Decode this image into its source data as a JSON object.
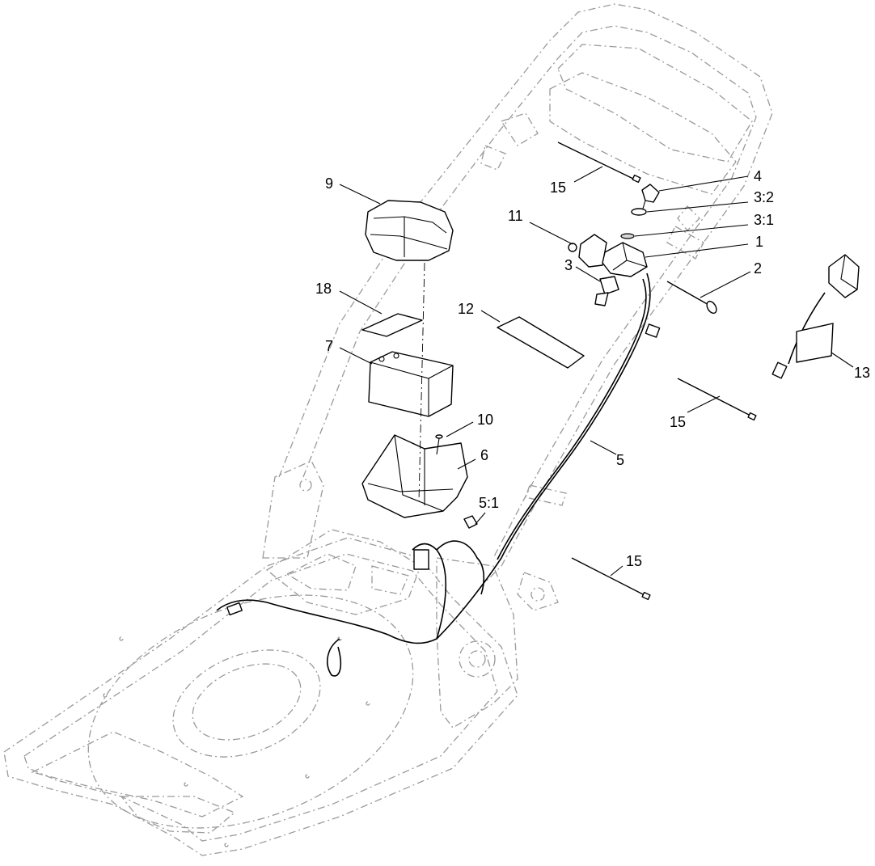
{
  "callouts": [
    {
      "id": "c-9",
      "label": "9"
    },
    {
      "id": "c-18",
      "label": "18"
    },
    {
      "id": "c-7",
      "label": "7"
    },
    {
      "id": "c-10",
      "label": "10"
    },
    {
      "id": "c-6",
      "label": "6"
    },
    {
      "id": "c-5-1",
      "label": "5:1"
    },
    {
      "id": "c-15-top",
      "label": "15"
    },
    {
      "id": "c-4",
      "label": "4"
    },
    {
      "id": "c-3-2",
      "label": "3:2"
    },
    {
      "id": "c-11",
      "label": "11"
    },
    {
      "id": "c-3-1",
      "label": "3:1"
    },
    {
      "id": "c-1",
      "label": "1"
    },
    {
      "id": "c-3",
      "label": "3"
    },
    {
      "id": "c-2",
      "label": "2"
    },
    {
      "id": "c-12",
      "label": "12"
    },
    {
      "id": "c-13",
      "label": "13"
    },
    {
      "id": "c-15-mid",
      "label": "15"
    },
    {
      "id": "c-5",
      "label": "5"
    },
    {
      "id": "c-15-low",
      "label": "15"
    }
  ]
}
